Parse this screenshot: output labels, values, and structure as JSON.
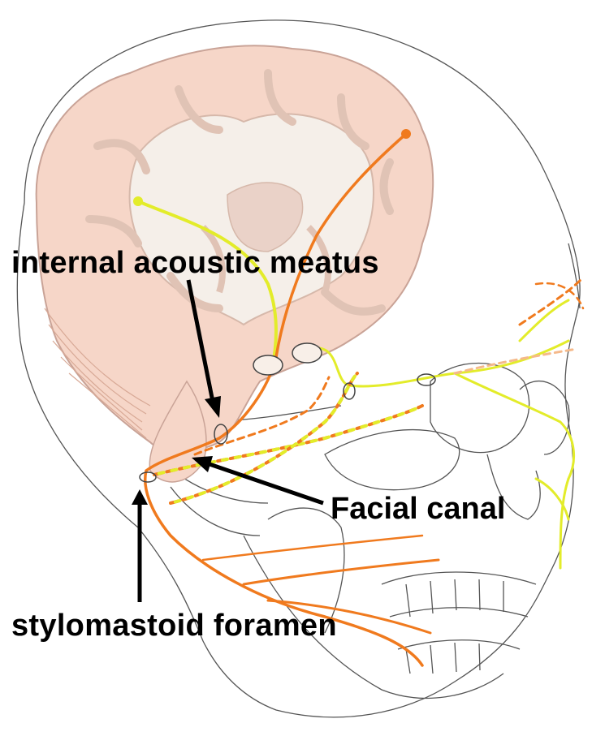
{
  "labels": {
    "internal_acoustic_meatus": "internal acoustic meatus",
    "facial_canal": "Facial canal",
    "stylomastoid_foramen": "stylomastoid foramen"
  },
  "colors": {
    "brain_fill": "#f6d6c8",
    "brain_outline": "#c9a397",
    "white_matter": "#f5efe9",
    "skull_outline": "#555555",
    "sensory_nerve": "#e3ec2a",
    "motor_nerve": "#f07a1e",
    "arrow": "#000000"
  }
}
